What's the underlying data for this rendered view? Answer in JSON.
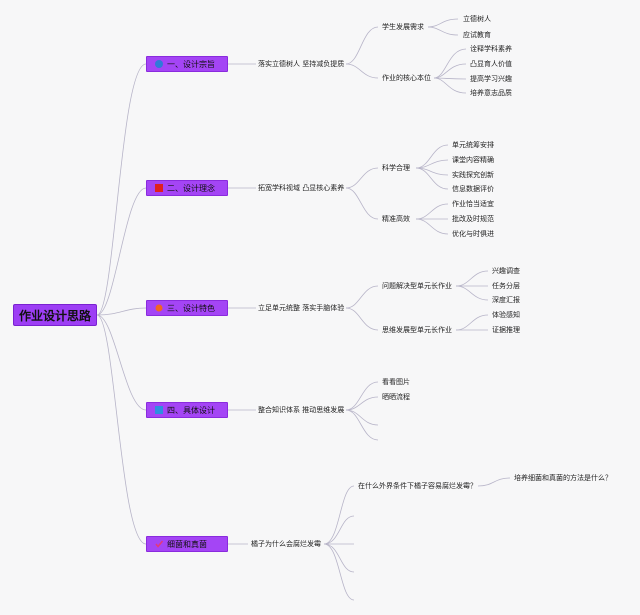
{
  "root": "作业设计思路",
  "colors": {
    "branch_fill": "#a445f5",
    "root_fill": "#9d3ef5",
    "line": "#b7b4c8"
  },
  "branches": [
    {
      "title": "一、设计宗旨",
      "icon": "blue-circle-icon",
      "icon_color": "#2f7bd9",
      "sub": "落实立德树人 坚持减负提质",
      "groups": [
        {
          "label": "学生发展需求",
          "items": [
            "立德树人",
            "应试教育"
          ]
        },
        {
          "label": "作业的核心本位",
          "items": [
            "诠释学科素养",
            "凸显育人价值",
            "提高学习兴趣",
            "培养意志品质"
          ]
        }
      ]
    },
    {
      "title": "二、设计理念",
      "icon": "red-square-icon",
      "icon_color": "#e02020",
      "sub": "拓宽学科视域 凸显核心素养",
      "groups": [
        {
          "label": "科学合理",
          "items": [
            "单元统筹安排",
            "课堂内容精确",
            "实践探究创新",
            "信息数据评价"
          ]
        },
        {
          "label": "精准高效",
          "items": [
            "作业恰当适宜",
            "批改及时规范",
            "优化与时俱进"
          ]
        }
      ]
    },
    {
      "title": "三、设计特色",
      "icon": "orange-circle-icon",
      "icon_color": "#f26522",
      "sub": "立足单元统整 落实手脑体验",
      "groups": [
        {
          "label": "问题解决型单元长作业",
          "items": [
            "兴趣调查",
            "任务分层",
            "深度汇报"
          ]
        },
        {
          "label": "思维发展型单元长作业",
          "items": [
            "体验感知",
            "证据推理"
          ]
        }
      ]
    },
    {
      "title": "四、具体设计",
      "icon": "blue-square-icon",
      "icon_color": "#2f8ee0",
      "sub": "整合知识体系 推动思维发展",
      "leaves": [
        "看看图片",
        "晒晒流程"
      ]
    },
    {
      "title": "细菌和真菌",
      "icon": "pink-check-icon",
      "icon_color": "#e23a7a",
      "sub": "橘子为什么会腐烂发霉",
      "question": "在什么外界条件下橘子容易腐烂发霉？",
      "question_child": "培养细菌和真菌的方法是什么？"
    }
  ]
}
